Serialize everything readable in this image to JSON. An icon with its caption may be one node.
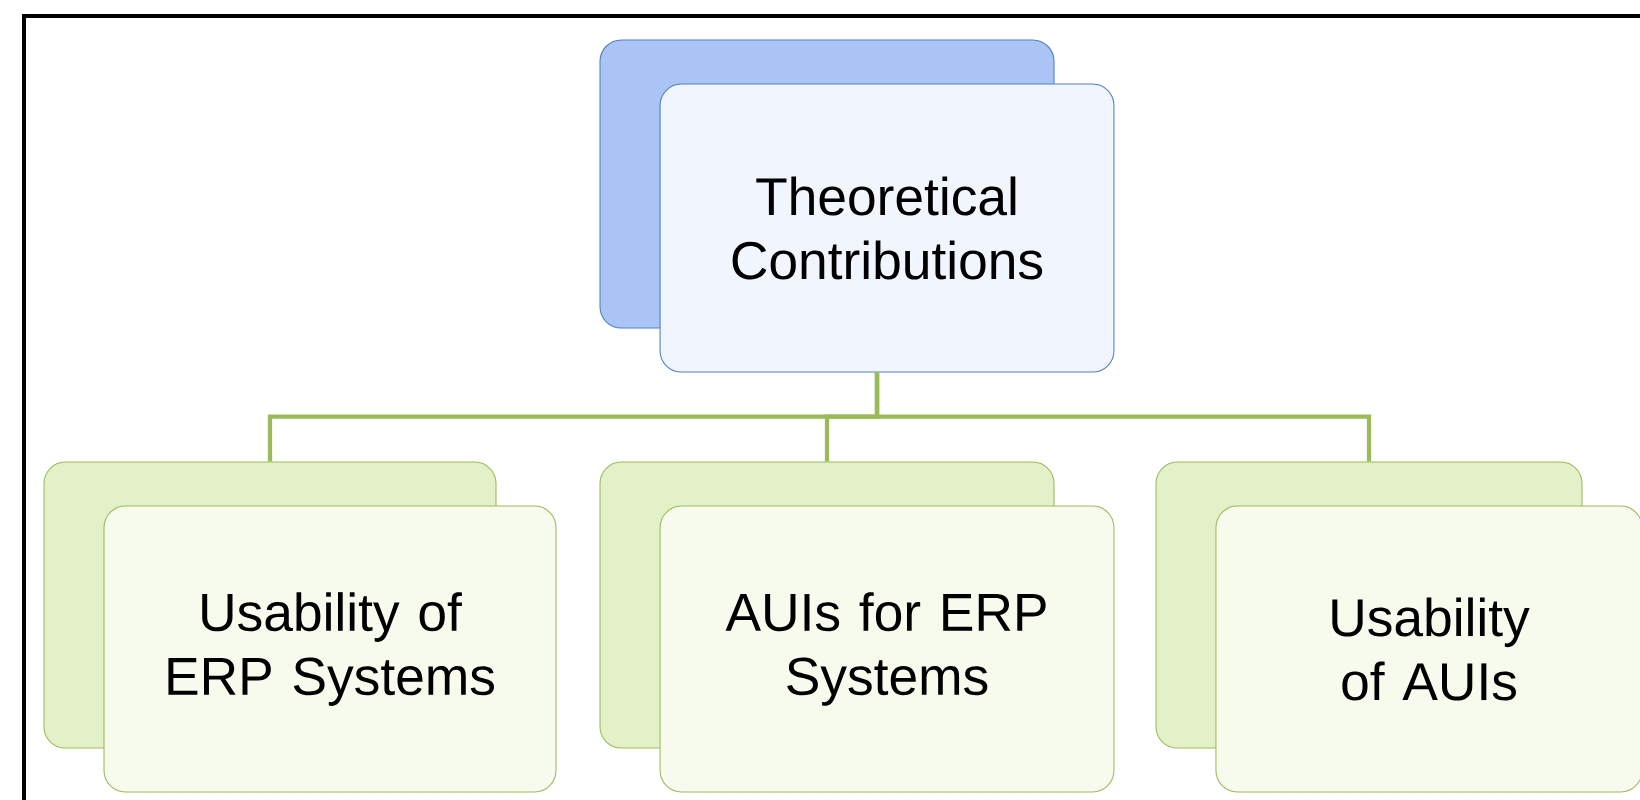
{
  "diagram": {
    "nodes": [
      {
        "text": [
          "Theoretical Contributions"
        ]
      },
      {
        "text": [
          "Usability of ERP Systems"
        ]
      },
      {
        "text": [
          "AUIs for ERP Systems"
        ]
      },
      {
        "text": [
          "Usability of AUIs"
        ]
      }
    ],
    "edges": [
      {
        "from": 0,
        "to": 1,
        "arrow": "none"
      },
      {
        "from": 0,
        "to": 2,
        "arrow": "none"
      },
      {
        "from": 0,
        "to": 3,
        "arrow": "none"
      }
    ]
  }
}
